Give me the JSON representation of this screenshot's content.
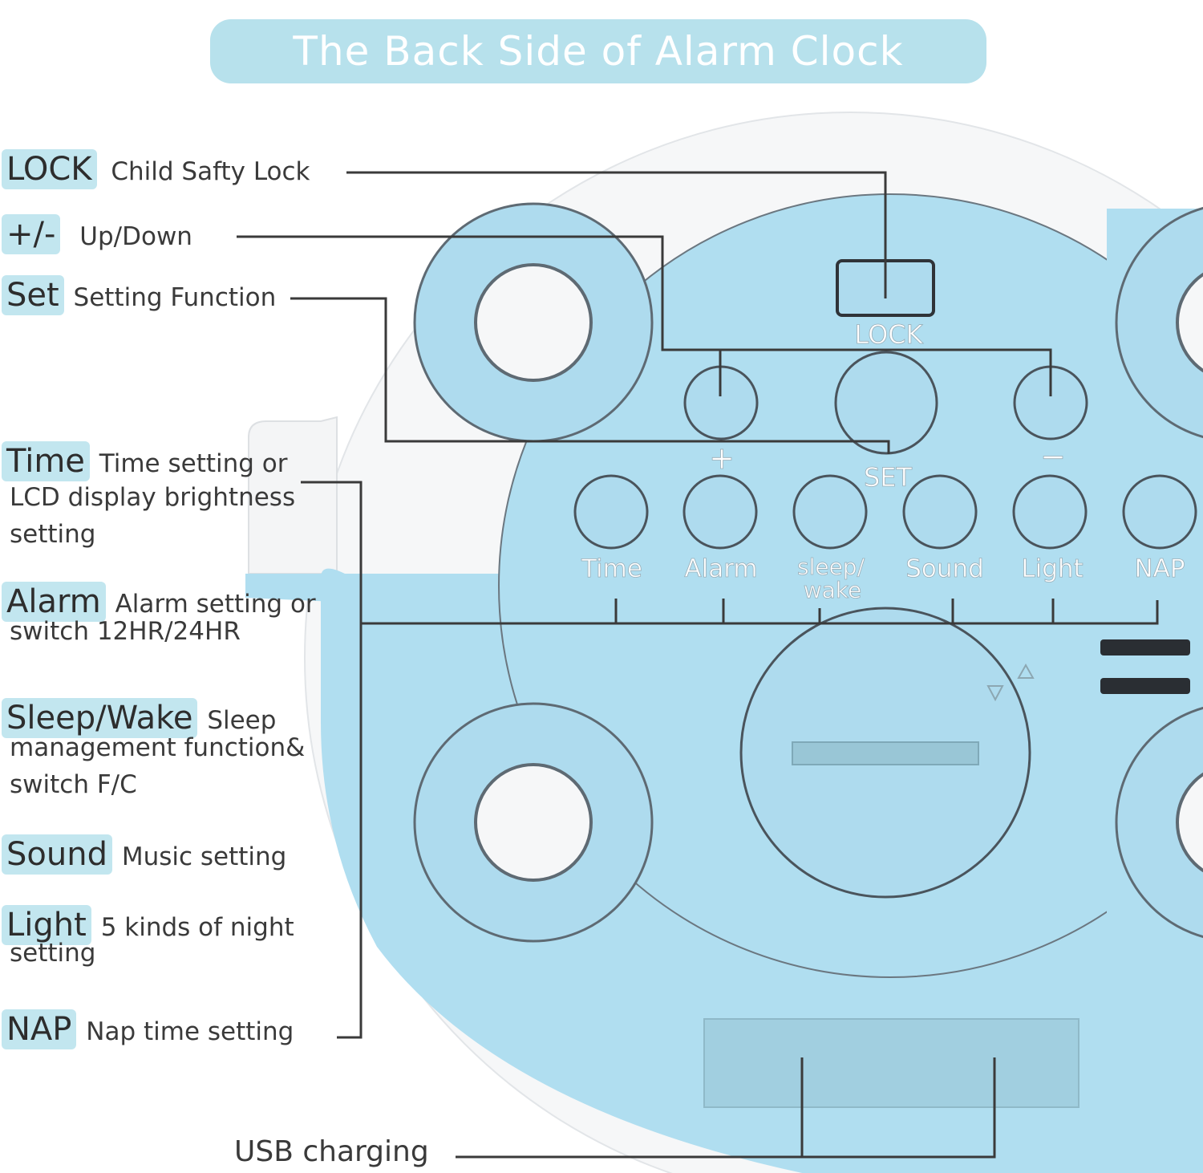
{
  "title": "The Back Side of Alarm Clock",
  "colors": {
    "clock_blue": "#b0def0",
    "ring_blue": "#aedbee",
    "title_bg": "#b7e1ec",
    "tag_bg": "#c2e6ef",
    "line": "#3a3a3a"
  },
  "device_labels": {
    "lock": "LOCK",
    "plus": "+",
    "set": "SET",
    "minus": "−",
    "time": "Time",
    "alarm": "Alarm",
    "sleep_line1": "sleep/",
    "sleep_line2": "wake",
    "sound": "Sound",
    "light": "Light",
    "nap": "NAP"
  },
  "callouts": {
    "lock": {
      "tag": "LOCK",
      "desc": "Child Safty Lock"
    },
    "updown": {
      "tag": "+/-",
      "desc": "Up/Down"
    },
    "set": {
      "tag": "Set",
      "desc": "Setting Function"
    },
    "time": {
      "tag": "Time",
      "desc1": "Time setting or",
      "desc2": "LCD display brightness",
      "desc3": "setting"
    },
    "alarm": {
      "tag": "Alarm",
      "desc1": "Alarm setting or",
      "desc2": "switch 12HR/24HR"
    },
    "sleep": {
      "tag": "Sleep/Wake",
      "desc1": "Sleep",
      "desc2": "management function&",
      "desc3": "switch F/C"
    },
    "sound": {
      "tag": "Sound",
      "desc": "Music setting"
    },
    "light": {
      "tag": "Light",
      "desc1": "5 kinds of night",
      "desc2": "setting"
    },
    "nap": {
      "tag": "NAP",
      "desc": "Nap time setting"
    },
    "usb": {
      "desc": "USB charging"
    }
  }
}
